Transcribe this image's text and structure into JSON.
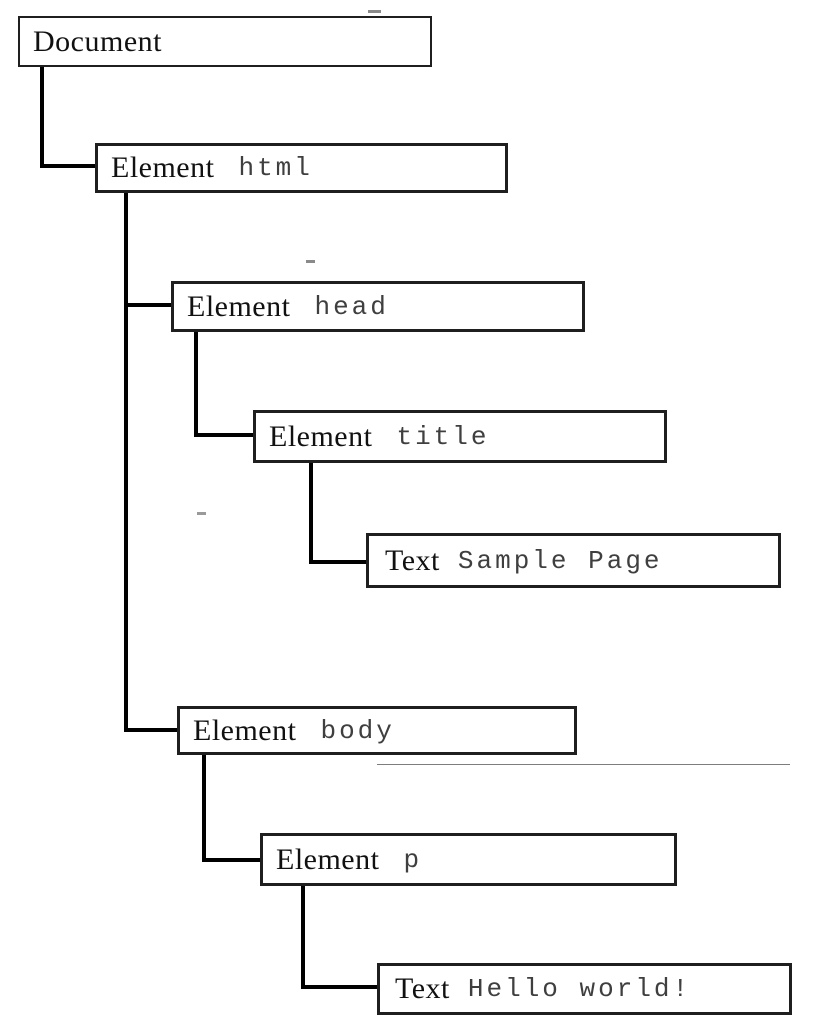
{
  "diagram": {
    "type": "dom-tree",
    "nodes": [
      {
        "id": "document",
        "kind": "Document",
        "value": ""
      },
      {
        "id": "html",
        "kind": "Element",
        "value": "html"
      },
      {
        "id": "head",
        "kind": "Element",
        "value": "head"
      },
      {
        "id": "title",
        "kind": "Element",
        "value": "title"
      },
      {
        "id": "text-title",
        "kind": "Text",
        "value": "Sample Page"
      },
      {
        "id": "body",
        "kind": "Element",
        "value": "body"
      },
      {
        "id": "p",
        "kind": "Element",
        "value": "p"
      },
      {
        "id": "text-p",
        "kind": "Text",
        "value": "Hello world!"
      }
    ],
    "edges": [
      {
        "from": "document",
        "to": "html"
      },
      {
        "from": "html",
        "to": "head"
      },
      {
        "from": "head",
        "to": "title"
      },
      {
        "from": "title",
        "to": "text-title"
      },
      {
        "from": "html",
        "to": "body"
      },
      {
        "from": "body",
        "to": "p"
      },
      {
        "from": "p",
        "to": "text-p"
      }
    ],
    "colors": {
      "background": "#ffffff",
      "box_border": "#1f1f1f",
      "connector": "#000000",
      "kind_text": "#111111",
      "value_text": "#3f3f3f",
      "artifact": "#8a8a8a"
    }
  }
}
